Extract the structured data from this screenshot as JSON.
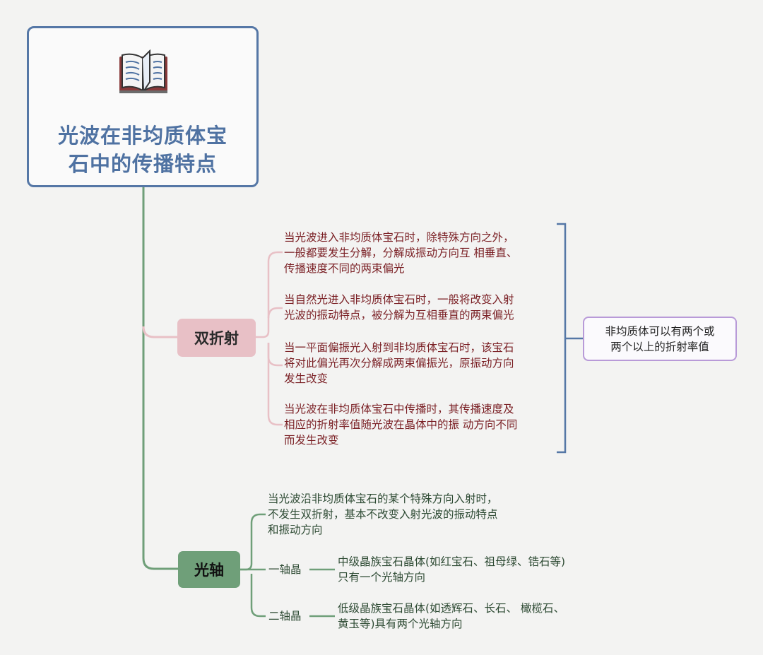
{
  "root": {
    "title_line1": "光波在非均质体宝",
    "title_line2": "石中的传播特点",
    "icon": "open-book-icon"
  },
  "birefringence": {
    "label": "双折射",
    "items": [
      [
        "当光波进入非均质体宝石时，除特殊方向之外，",
        "一般都要发生分解，分解成振动方向互 相垂直、",
        "传播速度不同的两束偏光"
      ],
      [
        "当自然光进入非均质体宝石时，一般将改变入射",
        "光波的振动特点，被分解为互相垂直的两束偏光"
      ],
      [
        "当一平面偏振光入射到非均质体宝石时，该宝石",
        "将对此偏光再次分解成两束偏振光，原振动方向",
        "发生改变"
      ],
      [
        "当光波在非均质体宝石中传播时，其传播速度及",
        "相应的折射率值随光波在晶体中的振 动方向不同",
        "而发生改变"
      ]
    ],
    "summary_line1": "非均质体可以有两个或",
    "summary_line2": "两个以上的折射率值"
  },
  "optic_axis": {
    "label": "光轴",
    "definition": [
      "当光波沿非均质体宝石的某个特殊方向入射时，",
      "不发生双折射，基本不改变入射光波的振动特点",
      "和振动方向"
    ],
    "uniaxial": {
      "label": "一轴晶",
      "desc": [
        "中级晶族宝石晶体(如红宝石、祖母绿、锆石等)",
        "只有一个光轴方向"
      ]
    },
    "biaxial": {
      "label": "二轴晶",
      "desc": [
        "低级晶族宝石晶体(如透辉石、长石、 橄榄石、",
        "黄玉等)具有两个光轴方向"
      ]
    }
  },
  "colors": {
    "root_border": "#5577a6",
    "pink": "#e8c0c6",
    "green": "#6f9f79",
    "bracket": "#5577a6",
    "summary_border": "#b89ad8"
  }
}
